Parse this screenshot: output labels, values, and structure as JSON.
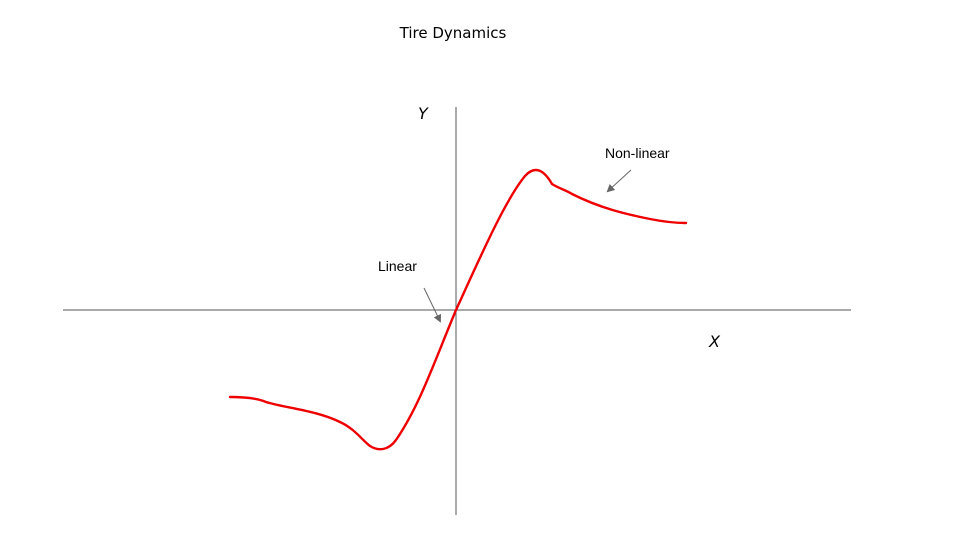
{
  "title": "Tire Dynamics",
  "axes": {
    "x_label": "X",
    "y_label": "Y",
    "color": "#555555"
  },
  "annotations": {
    "nonlinear": "Non-linear",
    "linear": "Linear",
    "arrow_color": "#666666"
  },
  "curve": {
    "color": "#ee0000"
  }
}
